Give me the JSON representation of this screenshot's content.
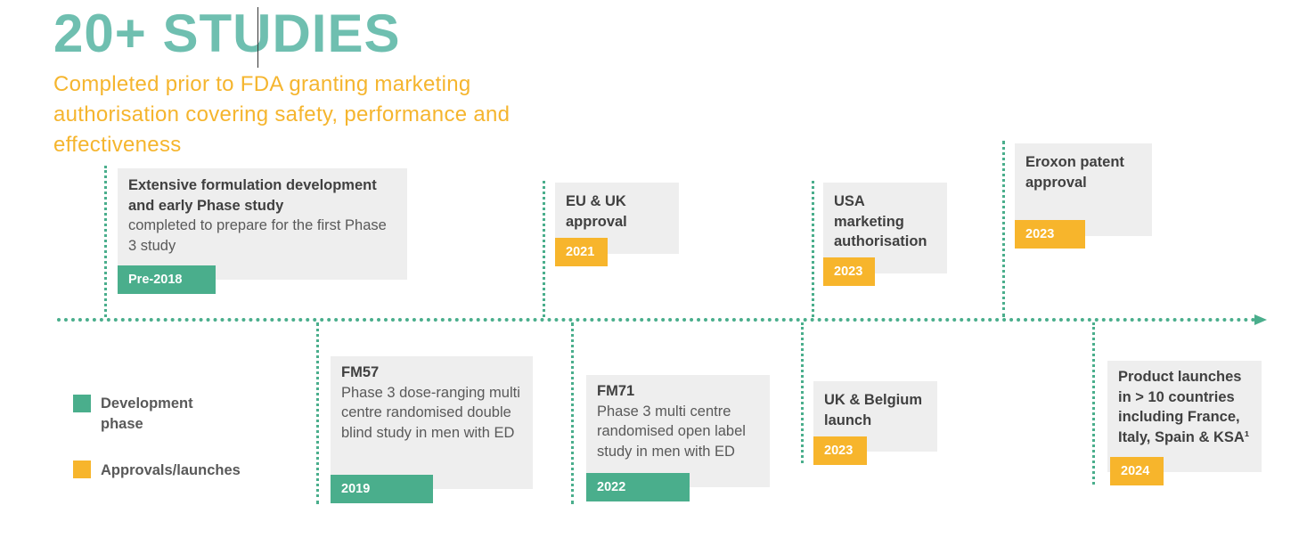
{
  "title": "20+ STUDIES",
  "subtitle": "Completed prior to FDA granting marketing authorisation covering safety, performance and effectiveness",
  "colors": {
    "title": "#6fbfb0",
    "subtitle": "#f5b52e",
    "development": "#4aae8c",
    "approvals": "#f7b52c",
    "box": "#eeeeee"
  },
  "legend": {
    "development": "Development phase",
    "approvals": "Approvals/launches"
  },
  "milestones": [
    {
      "bold": "Extensive formulation development and early Phase study",
      "text": "completed to prepare for the first Phase 3 study",
      "year": "Pre-2018",
      "type": "development"
    },
    {
      "bold": "FM57",
      "text": "Phase 3 dose-ranging multi centre randomised double blind study in men with ED",
      "year": "2019",
      "type": "development"
    },
    {
      "bold": "EU & UK approval",
      "text": "",
      "year": "2021",
      "type": "approval"
    },
    {
      "bold": "FM71",
      "text": "Phase 3 multi centre randomised open label study in men with ED",
      "year": "2022",
      "type": "development"
    },
    {
      "bold": "UK & Belgium launch",
      "text": "",
      "year": "2023",
      "type": "approval"
    },
    {
      "bold": "USA marketing authorisation",
      "text": "",
      "year": "2023",
      "type": "approval"
    },
    {
      "bold": "Eroxon patent approval",
      "text": "",
      "year": "2023",
      "type": "approval"
    },
    {
      "bold": "Product launches in > 10 countries including France, Italy, Spain & KSA¹",
      "text": "",
      "year": "2024",
      "type": "approval"
    }
  ]
}
